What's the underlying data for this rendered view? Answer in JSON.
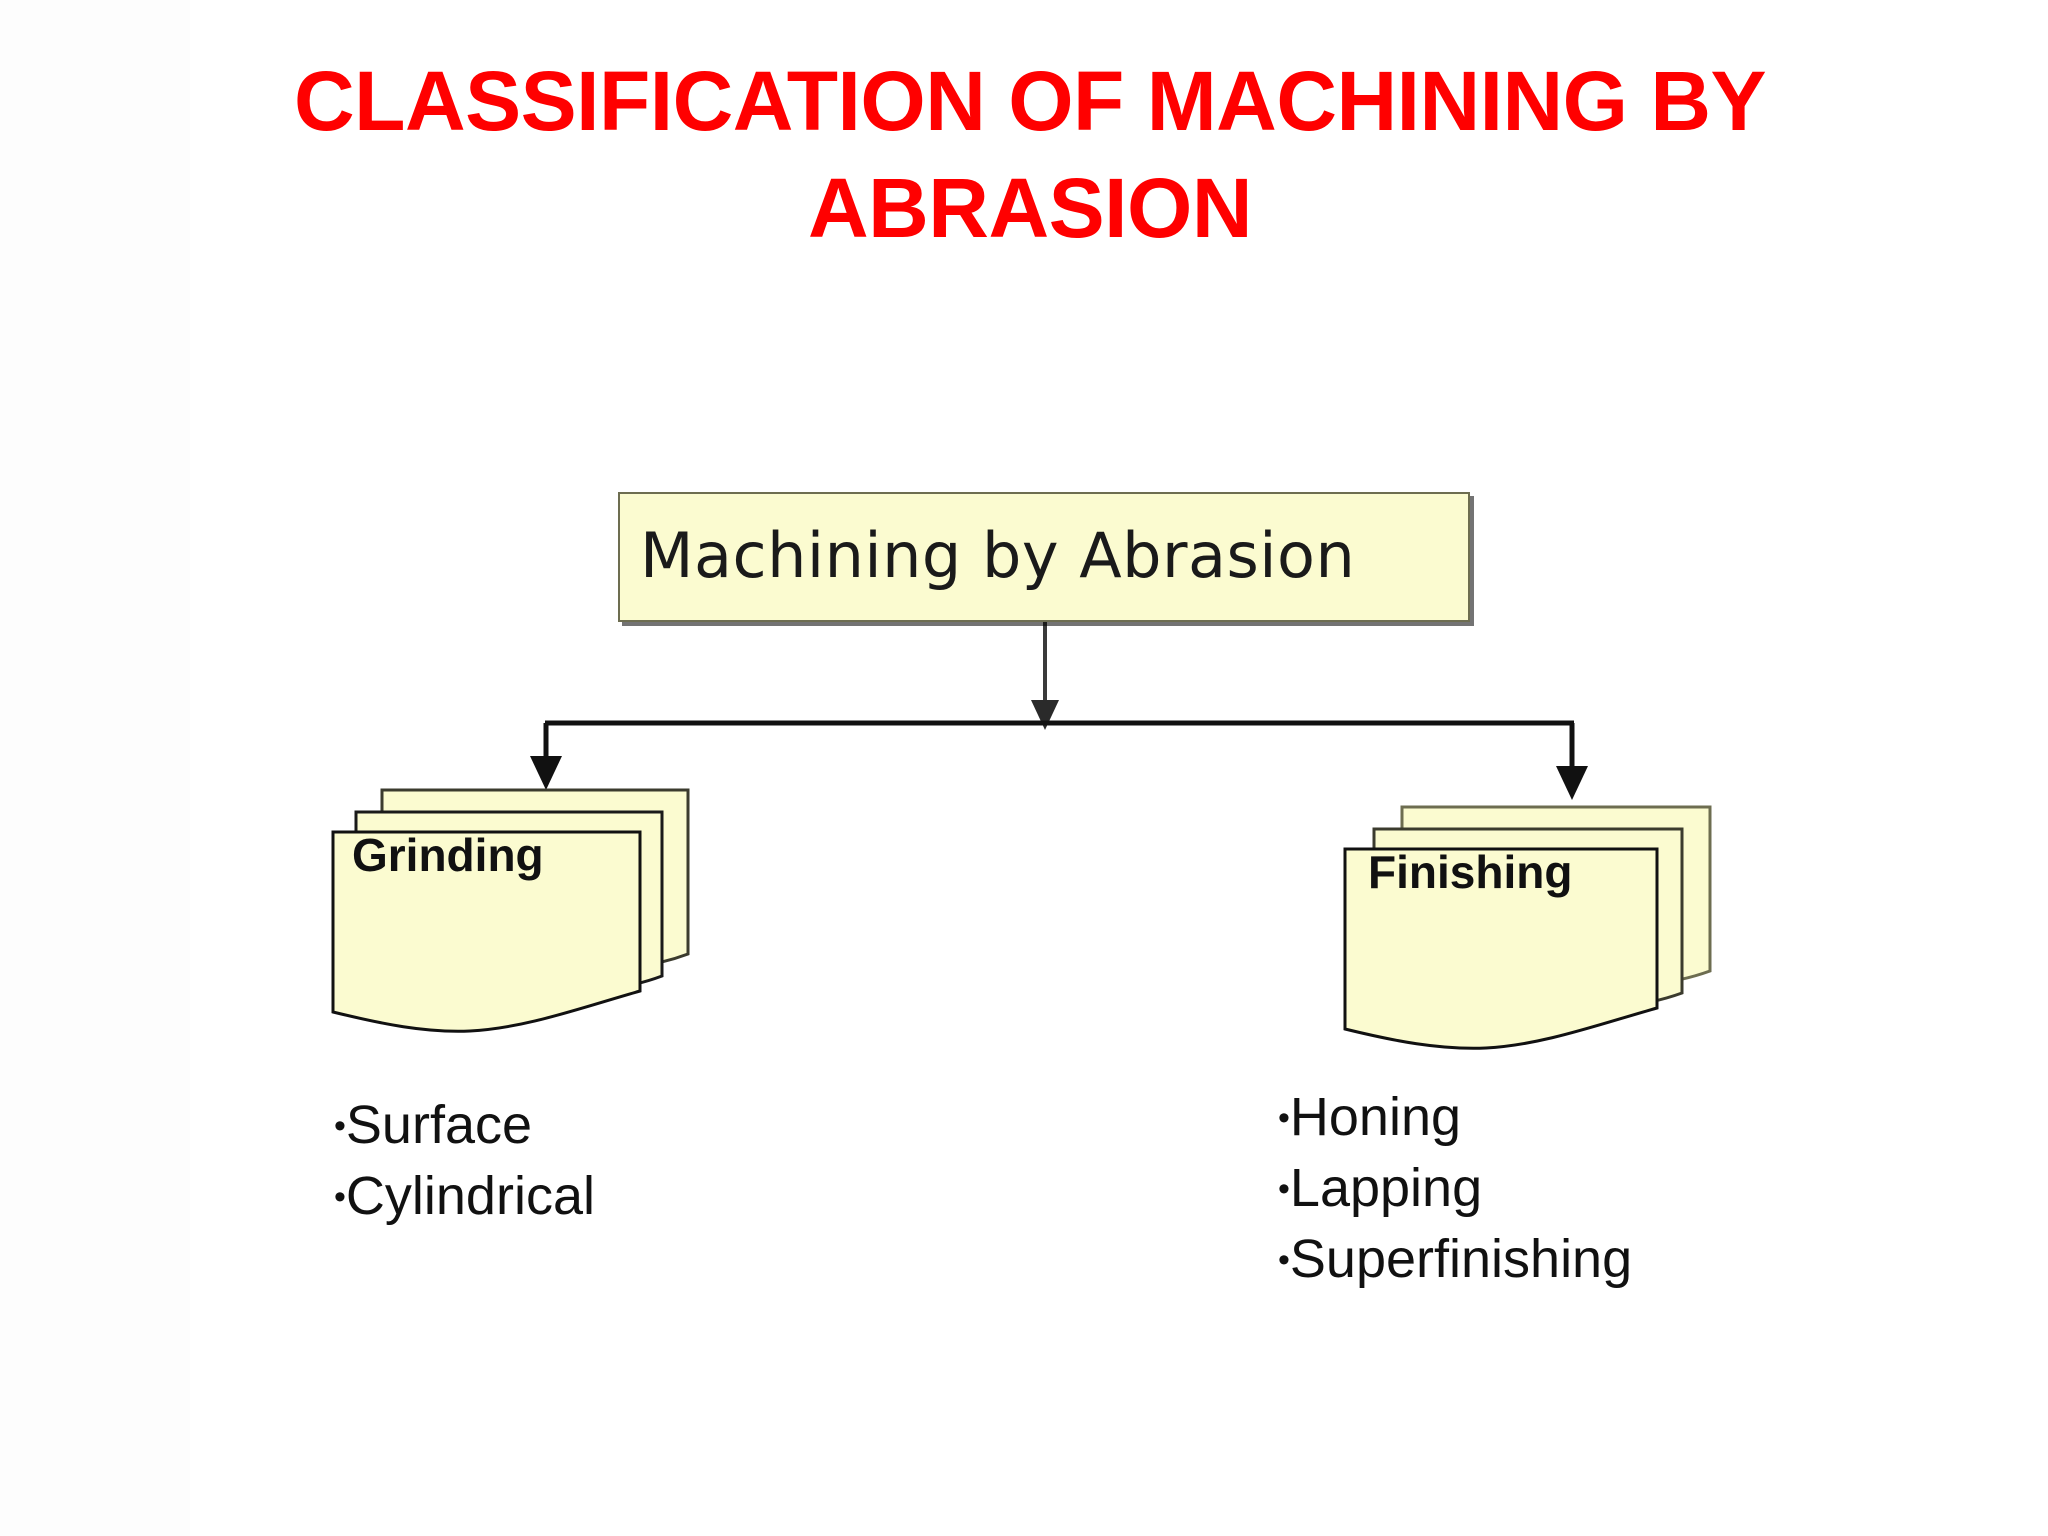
{
  "slide": {
    "background_color": "#ffffff",
    "title": {
      "color": "#ff0000",
      "line1": "CLASSIFICATION OF MACHINING BY",
      "line2": "ABRASION"
    }
  },
  "diagram": {
    "type": "tree",
    "node_fill_color": "#fbfbd0",
    "node_border_color": "#6d6d50",
    "connector_color": "#1a1a1a",
    "root": {
      "label": "Machining by Abrasion"
    },
    "branches": [
      {
        "label": "Grinding",
        "shape": "document-stack",
        "sheets": 3,
        "items": [
          {
            "bullet": "•",
            "text": "Surface"
          },
          {
            "bullet": "•",
            "text": "Cylindrical"
          }
        ]
      },
      {
        "label": "Finishing",
        "shape": "document-stack",
        "sheets": 3,
        "items": [
          {
            "bullet": "•",
            "text": "Honing"
          },
          {
            "bullet": "•",
            "text": "Lapping"
          },
          {
            "bullet": "•",
            "text": "Superfinishing"
          }
        ]
      }
    ]
  }
}
